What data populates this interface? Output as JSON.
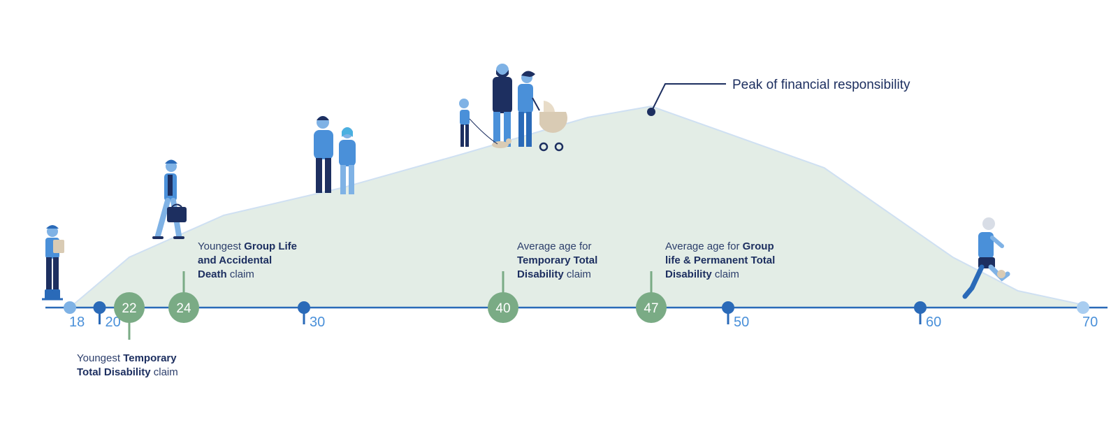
{
  "chart_data": {
    "type": "area",
    "x_range": [
      18,
      70
    ],
    "curve": [
      [
        18,
        0
      ],
      [
        22,
        18
      ],
      [
        26,
        33
      ],
      [
        32,
        43
      ],
      [
        38,
        55
      ],
      [
        44,
        68
      ],
      [
        47,
        72
      ],
      [
        55,
        50
      ],
      [
        62,
        18
      ],
      [
        66,
        6
      ],
      [
        70,
        1
      ]
    ],
    "peak": {
      "age": 47,
      "label": "Peak of financial responsibility"
    },
    "markers": [
      {
        "age": 18,
        "label": "18",
        "style": "dot-light"
      },
      {
        "age": 20,
        "label": "20",
        "style": "pin-down"
      },
      {
        "age": 30,
        "label": "30",
        "style": "pin-down"
      },
      {
        "age": 50,
        "label": "50",
        "style": "pin-down"
      },
      {
        "age": 60,
        "label": "60",
        "style": "pin-down"
      },
      {
        "age": 70,
        "label": "70",
        "style": "dot-faded"
      }
    ],
    "milestones": [
      {
        "age": 22,
        "value": "22",
        "stem": "down",
        "lines": [
          [
            {
              "t": "Youngest ",
              "b": false
            },
            {
              "t": "Temporary",
              "b": true
            }
          ],
          [
            {
              "t": "Total Disability",
              "b": true
            },
            {
              "t": " claim",
              "b": false
            }
          ]
        ]
      },
      {
        "age": 24,
        "value": "24",
        "stem": "up",
        "lines": [
          [
            {
              "t": "Youngest ",
              "b": false
            },
            {
              "t": "Group Life",
              "b": true
            }
          ],
          [
            {
              "t": "and Accidental",
              "b": true
            }
          ],
          [
            {
              "t": "Death",
              "b": true
            },
            {
              "t": " claim",
              "b": false
            }
          ]
        ]
      },
      {
        "age": 40,
        "value": "40",
        "stem": "up",
        "lines": [
          [
            {
              "t": "Average age for",
              "b": false
            }
          ],
          [
            {
              "t": "Temporary Total",
              "b": true
            }
          ],
          [
            {
              "t": "Disability",
              "b": true
            },
            {
              "t": " claim",
              "b": false
            }
          ]
        ]
      },
      {
        "age": 47,
        "value": "47",
        "stem": "up",
        "lines": [
          [
            {
              "t": "Average age for ",
              "b": false
            },
            {
              "t": "Group",
              "b": true
            }
          ],
          [
            {
              "t": "life & Permanent Total",
              "b": true
            }
          ],
          [
            {
              "t": "Disability",
              "b": true
            },
            {
              "t": " claim",
              "b": false
            }
          ]
        ]
      }
    ],
    "illustrations": [
      {
        "name": "student-with-clipboard-illustration",
        "age": 18
      },
      {
        "name": "young-professional-with-briefcase-illustration",
        "age": 23
      },
      {
        "name": "couple-illustration",
        "age": 31
      },
      {
        "name": "family-with-stroller-and-dog-illustration",
        "age": 40
      },
      {
        "name": "senior-runner-illustration",
        "age": 63
      }
    ]
  },
  "colors": {
    "area_fill": "#e3ede6",
    "area_edge": "#cfe0f2",
    "axis": "#2a6ab8",
    "navy": "#1d2f60",
    "mid_blue": "#4a90d9",
    "light_blue": "#7fb2e5",
    "green": "#7aab85",
    "tan": "#d9cbb4"
  }
}
